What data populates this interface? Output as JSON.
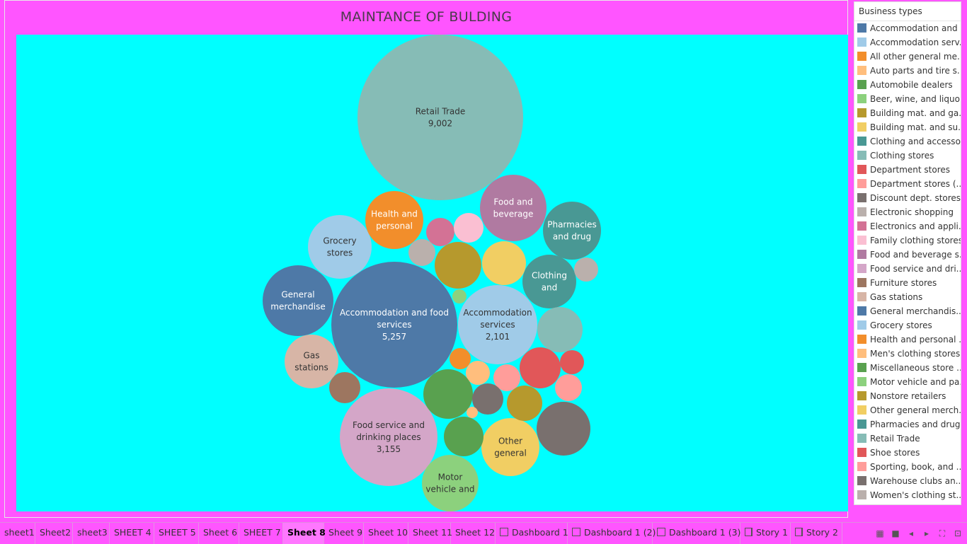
{
  "dashboard": {
    "title": "MAINTANCE OF BULDING"
  },
  "chart_data": {
    "type": "bubble",
    "title": "MAINTANCE OF BULDING",
    "bubbles": [
      {
        "label": "Retail Trade",
        "value": "9,002",
        "color": "#86bcb6"
      },
      {
        "label": "Accommodation and food services",
        "value": "5,257",
        "color": "#4e79a7"
      },
      {
        "label": "Food service and drinking places",
        "value": "3,155",
        "color": "#d4a6c8"
      },
      {
        "label": "Accommodation services",
        "value": "2,101",
        "color": "#a0cbe8"
      },
      {
        "label": "General merchandise",
        "value": "",
        "color": "#4e79a7"
      },
      {
        "label": "Grocery stores",
        "value": "",
        "color": "#a0cbe8"
      },
      {
        "label": "Health and personal",
        "value": "",
        "color": "#f28e2b"
      },
      {
        "label": "Food and beverage",
        "value": "",
        "color": "#b07aa1"
      },
      {
        "label": "Pharmacies and drug",
        "value": "",
        "color": "#499894"
      },
      {
        "label": "Clothing and",
        "value": "",
        "color": "#499894"
      },
      {
        "label": "Gas stations",
        "value": "",
        "color": "#d7b5a6"
      },
      {
        "label": "Other general",
        "value": "",
        "color": "#f1ce63"
      },
      {
        "label": "Motor vehicle and",
        "value": "",
        "color": "#8cd17d"
      },
      {
        "label": "",
        "value": "",
        "color": "#b6992d"
      },
      {
        "label": "",
        "value": "",
        "color": "#f1ce63"
      },
      {
        "label": "",
        "value": "",
        "color": "#d37295"
      },
      {
        "label": "",
        "value": "",
        "color": "#fabfd2"
      },
      {
        "label": "",
        "value": "",
        "color": "#bab0ac"
      },
      {
        "label": "",
        "value": "",
        "color": "#bab0ac"
      },
      {
        "label": "",
        "value": "",
        "color": "#86bcb6"
      },
      {
        "label": "",
        "value": "",
        "color": "#8cd17d"
      },
      {
        "label": "",
        "value": "",
        "color": "#e15759"
      },
      {
        "label": "",
        "value": "",
        "color": "#e15759"
      },
      {
        "label": "",
        "value": "",
        "color": "#ff9d9a"
      },
      {
        "label": "",
        "value": "",
        "color": "#ff9d9a"
      },
      {
        "label": "",
        "value": "",
        "color": "#f28e2b"
      },
      {
        "label": "",
        "value": "",
        "color": "#ffbe7d"
      },
      {
        "label": "",
        "value": "",
        "color": "#59a14f"
      },
      {
        "label": "",
        "value": "",
        "color": "#79706e"
      },
      {
        "label": "",
        "value": "",
        "color": "#b6992d"
      },
      {
        "label": "",
        "value": "",
        "color": "#ffbe7d"
      },
      {
        "label": "",
        "value": "",
        "color": "#59a14f"
      },
      {
        "label": "",
        "value": "",
        "color": "#9d7660"
      },
      {
        "label": "",
        "value": "",
        "color": "#79706e"
      }
    ]
  },
  "legend": {
    "title": "Business types",
    "items": [
      {
        "label": "Accommodation and ...",
        "color": "#4e79a7"
      },
      {
        "label": "Accommodation serv...",
        "color": "#a0cbe8"
      },
      {
        "label": "All other general me...",
        "color": "#f28e2b"
      },
      {
        "label": "Auto parts and tire s...",
        "color": "#ffbe7d"
      },
      {
        "label": "Automobile dealers",
        "color": "#59a14f"
      },
      {
        "label": "Beer, wine, and liquo...",
        "color": "#8cd17d"
      },
      {
        "label": "Building mat. and ga...",
        "color": "#b6992d"
      },
      {
        "label": "Building mat. and su...",
        "color": "#f1ce63"
      },
      {
        "label": "Clothing and accesso...",
        "color": "#499894"
      },
      {
        "label": "Clothing stores",
        "color": "#86bcb6"
      },
      {
        "label": "Department stores",
        "color": "#e15759"
      },
      {
        "label": "Department stores (...",
        "color": "#ff9d9a"
      },
      {
        "label": "Discount dept. stores",
        "color": "#79706e"
      },
      {
        "label": "Electronic shopping",
        "color": "#bab0ac"
      },
      {
        "label": "Electronics and appli...",
        "color": "#d37295"
      },
      {
        "label": "Family clothing stores",
        "color": "#fabfd2"
      },
      {
        "label": "Food and beverage s...",
        "color": "#b07aa1"
      },
      {
        "label": "Food service and dri...",
        "color": "#d4a6c8"
      },
      {
        "label": "Furniture stores",
        "color": "#9d7660"
      },
      {
        "label": "Gas stations",
        "color": "#d7b5a6"
      },
      {
        "label": "General merchandis...",
        "color": "#4e79a7"
      },
      {
        "label": "Grocery stores",
        "color": "#a0cbe8"
      },
      {
        "label": "Health and personal ...",
        "color": "#f28e2b"
      },
      {
        "label": "Men's clothing stores",
        "color": "#ffbe7d"
      },
      {
        "label": "Miscellaneous store ...",
        "color": "#59a14f"
      },
      {
        "label": "Motor vehicle and pa...",
        "color": "#8cd17d"
      },
      {
        "label": "Nonstore retailers",
        "color": "#b6992d"
      },
      {
        "label": "Other general merch...",
        "color": "#f1ce63"
      },
      {
        "label": "Pharmacies and drug...",
        "color": "#499894"
      },
      {
        "label": "Retail Trade",
        "color": "#86bcb6"
      },
      {
        "label": "Shoe stores",
        "color": "#e15759"
      },
      {
        "label": "Sporting, book, and ...",
        "color": "#ff9d9a"
      },
      {
        "label": "Warehouse clubs an...",
        "color": "#79706e"
      },
      {
        "label": "Women's clothing st...",
        "color": "#bab0ac"
      }
    ]
  },
  "tabs": [
    {
      "label": "sheet1",
      "icon": ""
    },
    {
      "label": "Sheet2",
      "icon": ""
    },
    {
      "label": "sheet3",
      "icon": ""
    },
    {
      "label": "SHEET 4",
      "icon": ""
    },
    {
      "label": "SHEET 5",
      "icon": ""
    },
    {
      "label": "Sheet 6",
      "icon": ""
    },
    {
      "label": "SHEET 7",
      "icon": ""
    },
    {
      "label": "Sheet 8",
      "icon": "",
      "active": true
    },
    {
      "label": "Sheet 9",
      "icon": ""
    },
    {
      "label": "Sheet 10",
      "icon": ""
    },
    {
      "label": "Sheet 11",
      "icon": ""
    },
    {
      "label": "Sheet 12",
      "icon": ""
    },
    {
      "label": "Dashboard 1",
      "icon": "dashboard-icon"
    },
    {
      "label": "Dashboard 1 (2)",
      "icon": "dashboard-icon"
    },
    {
      "label": "Dashboard 1 (3)",
      "icon": "dashboard-icon"
    },
    {
      "label": "Story 1",
      "icon": "story-icon"
    },
    {
      "label": "Story 2",
      "icon": "story-icon"
    }
  ],
  "controls": [
    {
      "name": "grid-view-icon",
      "glyph": "▦"
    },
    {
      "name": "filmstrip-icon",
      "glyph": "■"
    },
    {
      "name": "prev-sheet-icon",
      "glyph": "◂"
    },
    {
      "name": "next-sheet-icon",
      "glyph": "▸"
    },
    {
      "name": "fullscreen-icon",
      "glyph": "⛶"
    },
    {
      "name": "presentation-icon",
      "glyph": "⊡"
    }
  ]
}
